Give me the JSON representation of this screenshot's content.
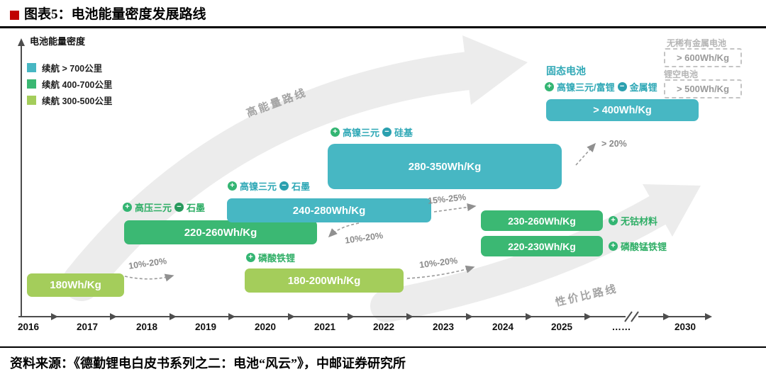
{
  "header": {
    "title": "图表5：电池能量密度发展路线"
  },
  "axis": {
    "y_label": "电池能量密度",
    "years": [
      "2016",
      "2017",
      "2018",
      "2019",
      "2020",
      "2021",
      "2022",
      "2023",
      "2024",
      "2025",
      "……",
      "2030"
    ]
  },
  "legend": {
    "items": [
      {
        "label": "续航 > 700公里",
        "color": "#47b7c3"
      },
      {
        "label": "续航 400-700公里",
        "color": "#3bb873"
      },
      {
        "label": "续航 300-500公里",
        "color": "#a4cd5b"
      }
    ]
  },
  "routes": {
    "high_energy": "高能量路线",
    "cost_effective": "性价比路线"
  },
  "boxes": {
    "b180": "180Wh/Kg",
    "b220_260": "220-260Wh/Kg",
    "b240_280": "240-280Wh/Kg",
    "b280_350": "280-350Wh/Kg",
    "b180_200": "180-200Wh/Kg",
    "b230_260": "230-260Wh/Kg",
    "b220_230": "220-230Wh/Kg",
    "b400": "> 400Wh/Kg"
  },
  "chem": {
    "hv": {
      "plus": "高压三元",
      "minus": "石墨"
    },
    "hn_c": {
      "plus": "高镍三元",
      "minus": "石墨"
    },
    "hn_si": {
      "plus": "高镍三元",
      "minus": "硅基"
    },
    "lfp": {
      "plus": "磷酸铁锂"
    },
    "solid": {
      "title": "固态电池",
      "plus": "高镍三元/富锂",
      "minus": "金属锂"
    },
    "cobalt_free": {
      "plus": "无钴材料"
    },
    "lmfp": {
      "plus": "磷酸锰铁锂"
    }
  },
  "future": {
    "no_rare": {
      "label": "无稀有金属电池",
      "value": "> 600Wh/Kg"
    },
    "li_air": {
      "label": "锂空电池",
      "value": "> 500Wh/Kg"
    }
  },
  "annotations": {
    "a1": "10%-20%",
    "a2": "10%-20%",
    "a3": "15%-25%",
    "a4": "10%-20%",
    "a5": "> 20%"
  },
  "footer": {
    "source": "资料来源：《德勤锂电白皮书系列之二：电池“风云”》，中邮证券研究所"
  },
  "chart_data": {
    "type": "bar",
    "subtype": "gantt-roadmap-timeline",
    "title": "电池能量密度发展路线",
    "ylabel": "电池能量密度",
    "x_ticks": [
      "2016",
      "2017",
      "2018",
      "2019",
      "2020",
      "2021",
      "2022",
      "2023",
      "2024",
      "2025",
      "……",
      "2030"
    ],
    "legend_position": "top-left",
    "legend": [
      {
        "label": "续航 > 700公里",
        "color": "#47b7c3"
      },
      {
        "label": "续航 400-700公里",
        "color": "#3bb873"
      },
      {
        "label": "续航 300-500公里",
        "color": "#a4cd5b"
      }
    ],
    "series": [
      {
        "name": "180Wh/Kg",
        "start_year": 2016.0,
        "end_year": 2017.6,
        "tier": "续航 300-500公里"
      },
      {
        "name": "220-260Wh/Kg",
        "start_year": 2017.6,
        "end_year": 2020.9,
        "tier": "续航 400-700公里",
        "cathode": "高压三元",
        "anode": "石墨"
      },
      {
        "name": "240-280Wh/Kg",
        "start_year": 2019.4,
        "end_year": 2022.8,
        "tier": "续航 > 700公里",
        "cathode": "高镍三元",
        "anode": "石墨"
      },
      {
        "name": "280-350Wh/Kg",
        "start_year": 2021.1,
        "end_year": 2025.0,
        "tier": "续航 > 700公里",
        "cathode": "高镍三元",
        "anode": "硅基"
      },
      {
        "name": "180-200Wh/Kg",
        "start_year": 2019.7,
        "end_year": 2022.3,
        "tier": "续航 300-500公里",
        "cathode": "磷酸铁锂"
      },
      {
        "name": "230-260Wh/Kg",
        "start_year": 2023.6,
        "end_year": 2025.7,
        "tier": "续航 400-700公里",
        "note": "无钴材料"
      },
      {
        "name": "220-230Wh/Kg",
        "start_year": 2023.6,
        "end_year": 2025.7,
        "tier": "续航 400-700公里",
        "note": "磷酸锰铁锂"
      },
      {
        "name": "> 400Wh/Kg",
        "start_year": 2024.7,
        "end_year": 2027.0,
        "tier": "续航 > 700公里",
        "note": "固态电池",
        "cathode": "高镍三元/富锂",
        "anode": "金属锂"
      }
    ],
    "growth_annotations": [
      {
        "label": "10%-20%",
        "from": "180Wh/Kg",
        "to": "220-260Wh/Kg"
      },
      {
        "label": "10%-20%",
        "from": "220-260Wh/Kg",
        "to": "240-280Wh/Kg"
      },
      {
        "label": "15%-25%",
        "from": "240-280Wh/Kg",
        "to": "280-350Wh/Kg"
      },
      {
        "label": "10%-20%",
        "from": "180-200Wh/Kg",
        "to": "220-230Wh/Kg"
      },
      {
        "label": "> 20%",
        "from": "280-350Wh/Kg",
        "to": "> 400Wh/Kg"
      }
    ],
    "routes": [
      "高能量路线",
      "性价比路线"
    ],
    "future_targets": [
      {
        "label": "无稀有金属电池",
        "value": "> 600Wh/Kg"
      },
      {
        "label": "锂空电池",
        "value": "> 500Wh/Kg"
      }
    ],
    "axis_break": "between …… and 2030"
  }
}
